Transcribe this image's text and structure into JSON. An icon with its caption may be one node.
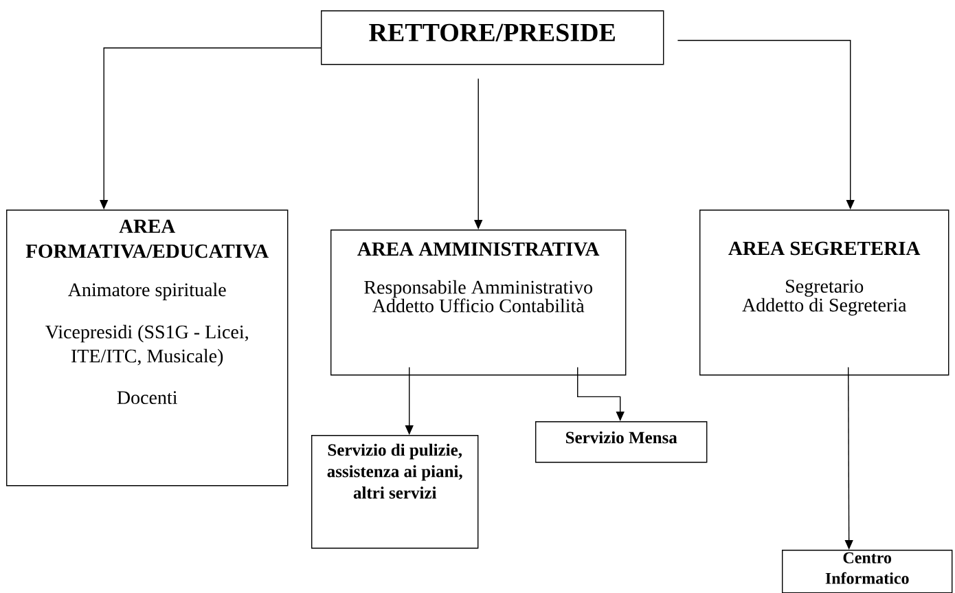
{
  "diagram": {
    "nodes": [
      {
        "text": [
          "RETTORE/PRESIDE"
        ]
      },
      {
        "text": [
          "AREA FORMATIVA/EDUCATIVA",
          "Animatore spirituale",
          "Vicepresidi (SS1G - Licei, ITE/ITC, Musicale)",
          "Docenti"
        ]
      },
      {
        "text": [
          "AREA AMMINISTRATIVA",
          "Responsabile Amministrativo",
          "Addetto Ufficio Contabilità"
        ]
      },
      {
        "text": [
          "AREA SEGRETERIA",
          "Segretario",
          "Addetto di Segreteria"
        ]
      },
      {
        "text": [
          "Servizio di pulizie, assistenza ai piani, altri servizi"
        ]
      },
      {
        "text": [
          "Servizio Mensa"
        ]
      },
      {
        "text": [
          "Centro Informatico"
        ]
      }
    ],
    "edges": [
      {
        "from": 0,
        "to": 1,
        "arrow": "to"
      },
      {
        "from": 0,
        "to": 2,
        "arrow": "to"
      },
      {
        "from": 0,
        "to": 3,
        "arrow": "to"
      },
      {
        "from": 2,
        "to": 4,
        "arrow": "to"
      },
      {
        "from": 2,
        "to": 5,
        "arrow": "to"
      },
      {
        "from": 3,
        "to": 6,
        "arrow": "to"
      }
    ]
  }
}
